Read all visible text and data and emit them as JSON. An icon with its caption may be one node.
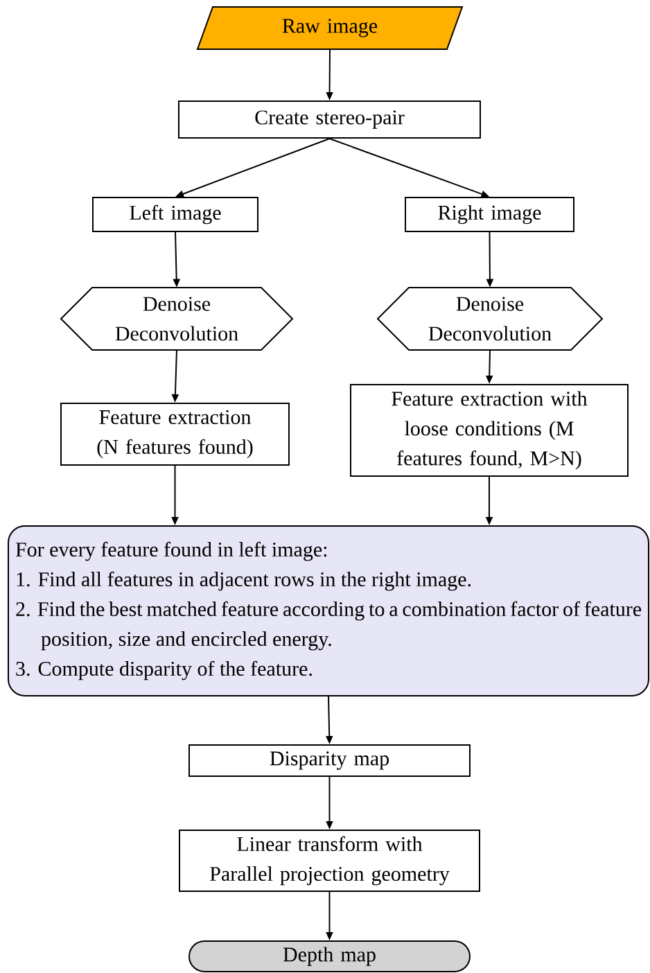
{
  "diagram": {
    "nodes": [
      {
        "text": [
          "Raw image"
        ]
      },
      {
        "text": [
          "Create stereo-pair"
        ]
      },
      {
        "text": [
          "Left image"
        ]
      },
      {
        "text": [
          "Right image"
        ]
      },
      {
        "text": [
          "Denoise Deconvolution"
        ]
      },
      {
        "text": [
          "Denoise Deconvolution"
        ]
      },
      {
        "text": [
          "Feature extraction (N features found)"
        ]
      },
      {
        "text": [
          "Feature extraction with loose conditions (M features found, M>N)"
        ]
      },
      {
        "text": [
          "For every feature found in left image:",
          "1. Find all features in adjacent rows in the right image.",
          "2. Find the best matched feature according to a combination factor of feature position, size and encircled energy.",
          "3. Compute disparity of the feature."
        ]
      },
      {
        "text": [
          "Disparity map"
        ]
      },
      {
        "text": [
          "Linear transform with Parallel projection geometry"
        ]
      },
      {
        "text": [
          "Depth map"
        ]
      }
    ],
    "edges": [
      {
        "from": 0,
        "to": 1,
        "arrow": "to"
      },
      {
        "from": 1,
        "to": 2,
        "arrow": "to"
      },
      {
        "from": 1,
        "to": 3,
        "arrow": "to"
      },
      {
        "from": 2,
        "to": 4,
        "arrow": "to"
      },
      {
        "from": 3,
        "to": 5,
        "arrow": "to"
      },
      {
        "from": 4,
        "to": 6,
        "arrow": "to"
      },
      {
        "from": 5,
        "to": 7,
        "arrow": "to"
      },
      {
        "from": 6,
        "to": 8,
        "arrow": "to"
      },
      {
        "from": 7,
        "to": 8,
        "arrow": "to"
      },
      {
        "from": 8,
        "to": 9,
        "arrow": "to"
      },
      {
        "from": 9,
        "to": 10,
        "arrow": "to"
      },
      {
        "from": 10,
        "to": 11,
        "arrow": "to"
      }
    ]
  }
}
